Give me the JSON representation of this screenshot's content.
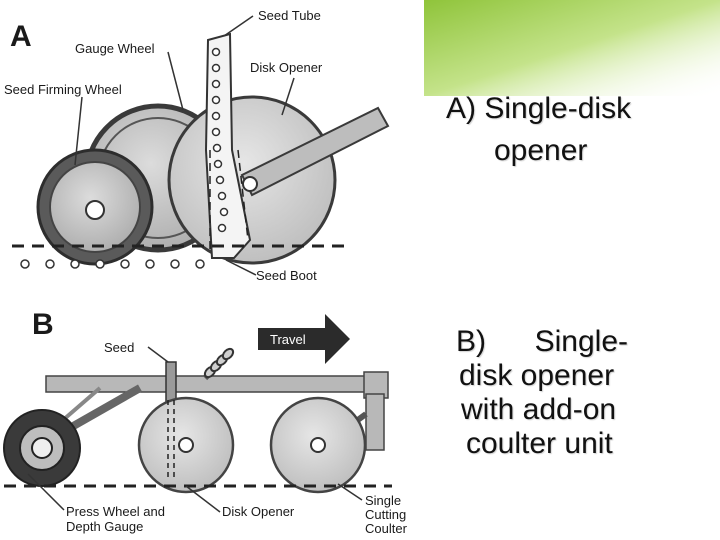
{
  "colors": {
    "accent_green": "#9ccc3c",
    "background": "#ffffff",
    "disk_gray": "#c8c8c8",
    "wheel_dark": "#3c3c3c"
  },
  "diagram_a": {
    "letter": "A",
    "labels": {
      "seed_tube": "Seed Tube",
      "gauge_wheel": "Gauge Wheel",
      "disk_opener": "Disk Opener",
      "seed_firming_wheel": "Seed Firming Wheel",
      "seed_boot": "Seed Boot"
    }
  },
  "diagram_b": {
    "letter": "B",
    "travel": "Travel",
    "labels": {
      "seed": "Seed",
      "press_wheel_1": "Press Wheel and",
      "press_wheel_2": "Depth Gauge",
      "disk_opener": "Disk Opener",
      "coulter_1": "Single",
      "coulter_2": "Cutting",
      "coulter_3": "Coulter"
    }
  },
  "captions": {
    "a_line1": "A) Single-disk",
    "a_line2": "opener",
    "b_word1": "B)",
    "b_word2": "Single-",
    "b_line2": "disk opener",
    "b_line3": "with add-on",
    "b_line4": "coulter unit"
  }
}
